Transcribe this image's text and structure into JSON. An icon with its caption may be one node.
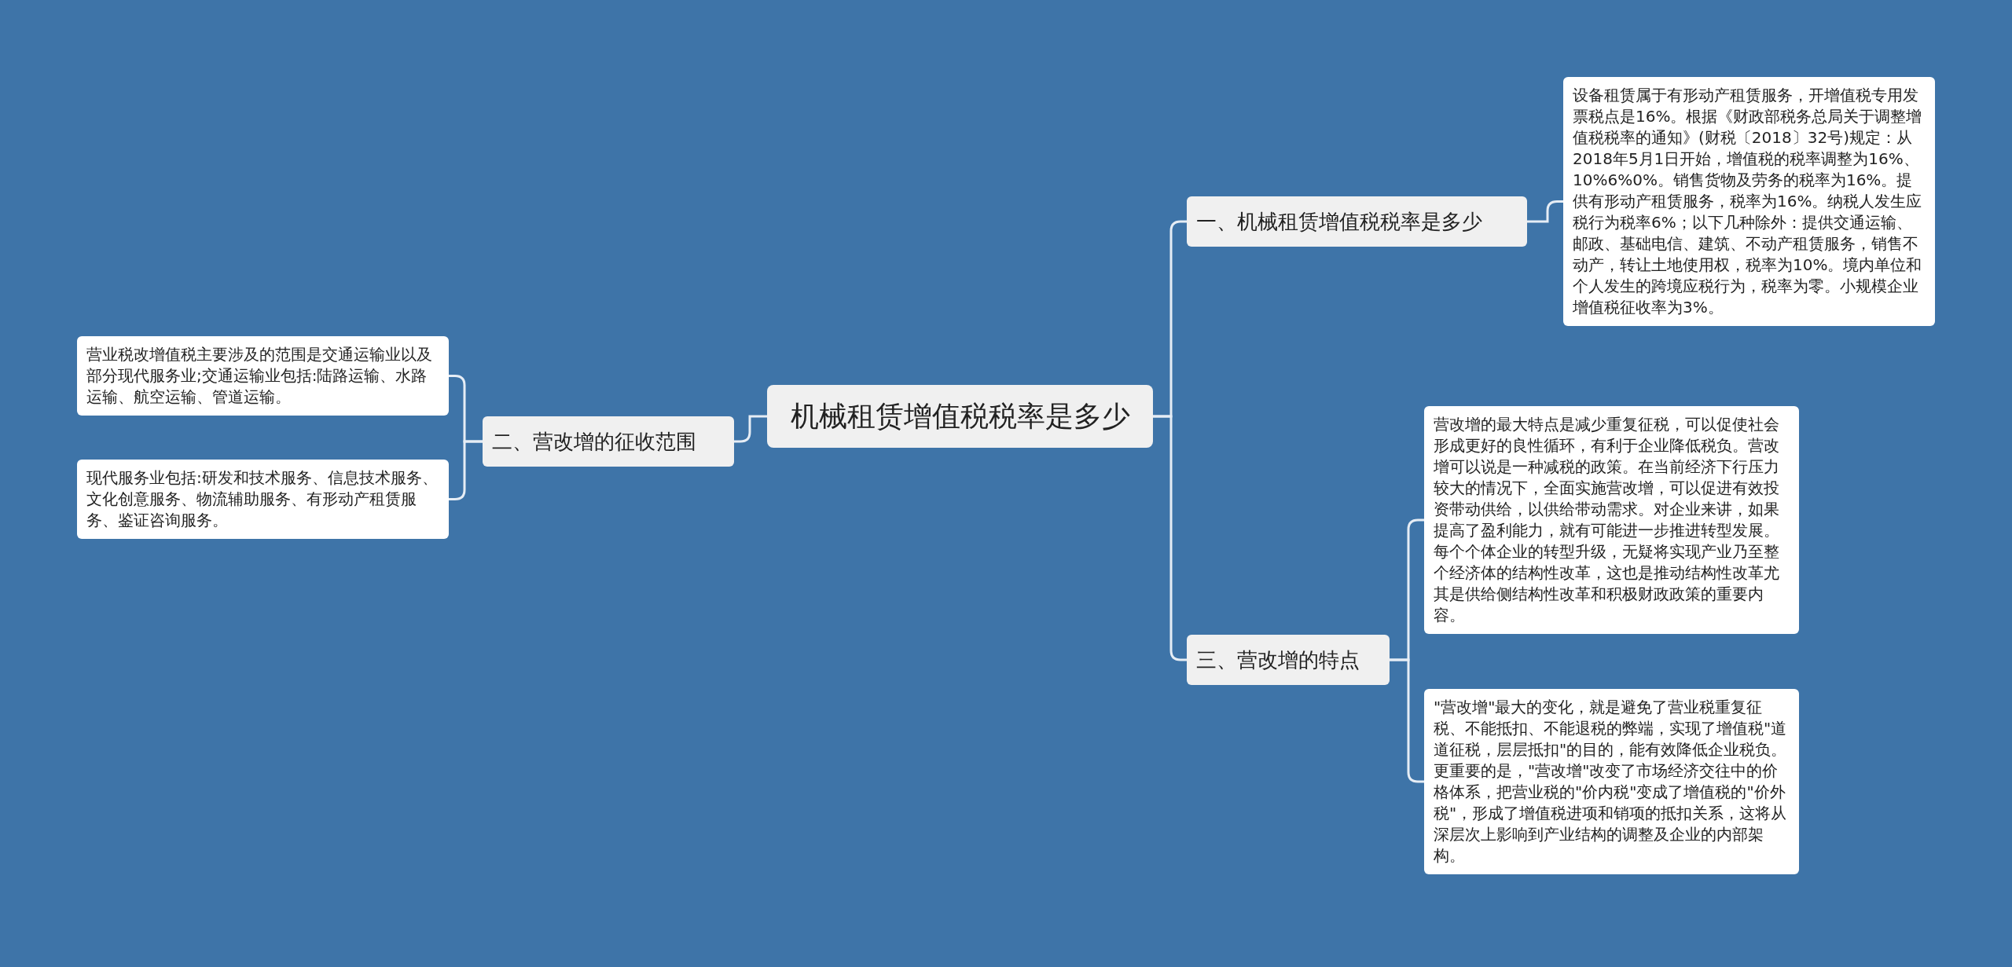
{
  "diagram": {
    "nodes": [
      {
        "text": [
          "机械租赁增值税税率是多少"
        ]
      },
      {
        "text": [
          "一、机械租赁增值税税率是多少"
        ]
      },
      {
        "text": [
          "设备租赁属于有形动产租赁服务，开增值税专用发票税点是16%。根据《财政部税务总局关于调整增值税税率的通知》(财税〔2018〕32号)规定：从2018年5月1日开始，增值税的税率调整为16%、10%6%0%。销售货物及劳务的税率为16%。提供有形动产租赁服务，税率为16%。纳税人发生应税行为税率6%；以下几种除外：提供交通运输、邮政、基础电信、建筑、不动产租赁服务，销售不动产，转让土地使用权，税率为10%。境内单位和个人发生的跨境应税行为，税率为零。小规模企业增值税征收率为3%。"
        ]
      },
      {
        "text": [
          "二、营改增的征收范围"
        ]
      },
      {
        "text": [
          "营业税改增值税主要涉及的范围是交通运输业以及部分现代服务业;交通运输业包括:陆路运输、水路运输、航空运输、管道运输。"
        ]
      },
      {
        "text": [
          "现代服务业包括:研发和技术服务、信息技术服务、文化创意服务、物流辅助服务、有形动产租赁服务、鉴证咨询服务。"
        ]
      },
      {
        "text": [
          "三、营改增的特点"
        ]
      },
      {
        "text": [
          "营改增的最大特点是减少重复征税，可以促使社会形成更好的良性循环，有利于企业降低税负。营改增可以说是一种减税的政策。在当前经济下行压力较大的情况下，全面实施营改增，可以促进有效投资带动供给，以供给带动需求。对企业来讲，如果提高了盈利能力，就有可能进一步推进转型发展。每个个体企业的转型升级，无疑将实现产业乃至整个经济体的结构性改革，这也是推动结构性改革尤其是供给侧结构性改革和积极财政政策的重要内容。"
        ]
      },
      {
        "text": [
          "\"营改增\"最大的变化，就是避免了营业税重复征税、不能抵扣、不能退税的弊端，实现了增值税\"道道征税，层层抵扣\"的目的，能有效降低企业税负。更重要的是，\"营改增\"改变了市场经济交往中的价格体系，把营业税的\"价内税\"变成了增值税的\"价外税\"，形成了增值税进项和销项的抵扣关系，这将从深层次上影响到产业结构的调整及企业的内部架构。"
        ]
      }
    ],
    "edges": [
      {
        "from": 0,
        "to": 1,
        "arrow": "none"
      },
      {
        "from": 1,
        "to": 2,
        "arrow": "none"
      },
      {
        "from": 0,
        "to": 3,
        "arrow": "none"
      },
      {
        "from": 3,
        "to": 4,
        "arrow": "none"
      },
      {
        "from": 3,
        "to": 5,
        "arrow": "none"
      },
      {
        "from": 0,
        "to": 6,
        "arrow": "none"
      },
      {
        "from": 6,
        "to": 7,
        "arrow": "none"
      },
      {
        "from": 6,
        "to": 8,
        "arrow": "none"
      }
    ]
  }
}
